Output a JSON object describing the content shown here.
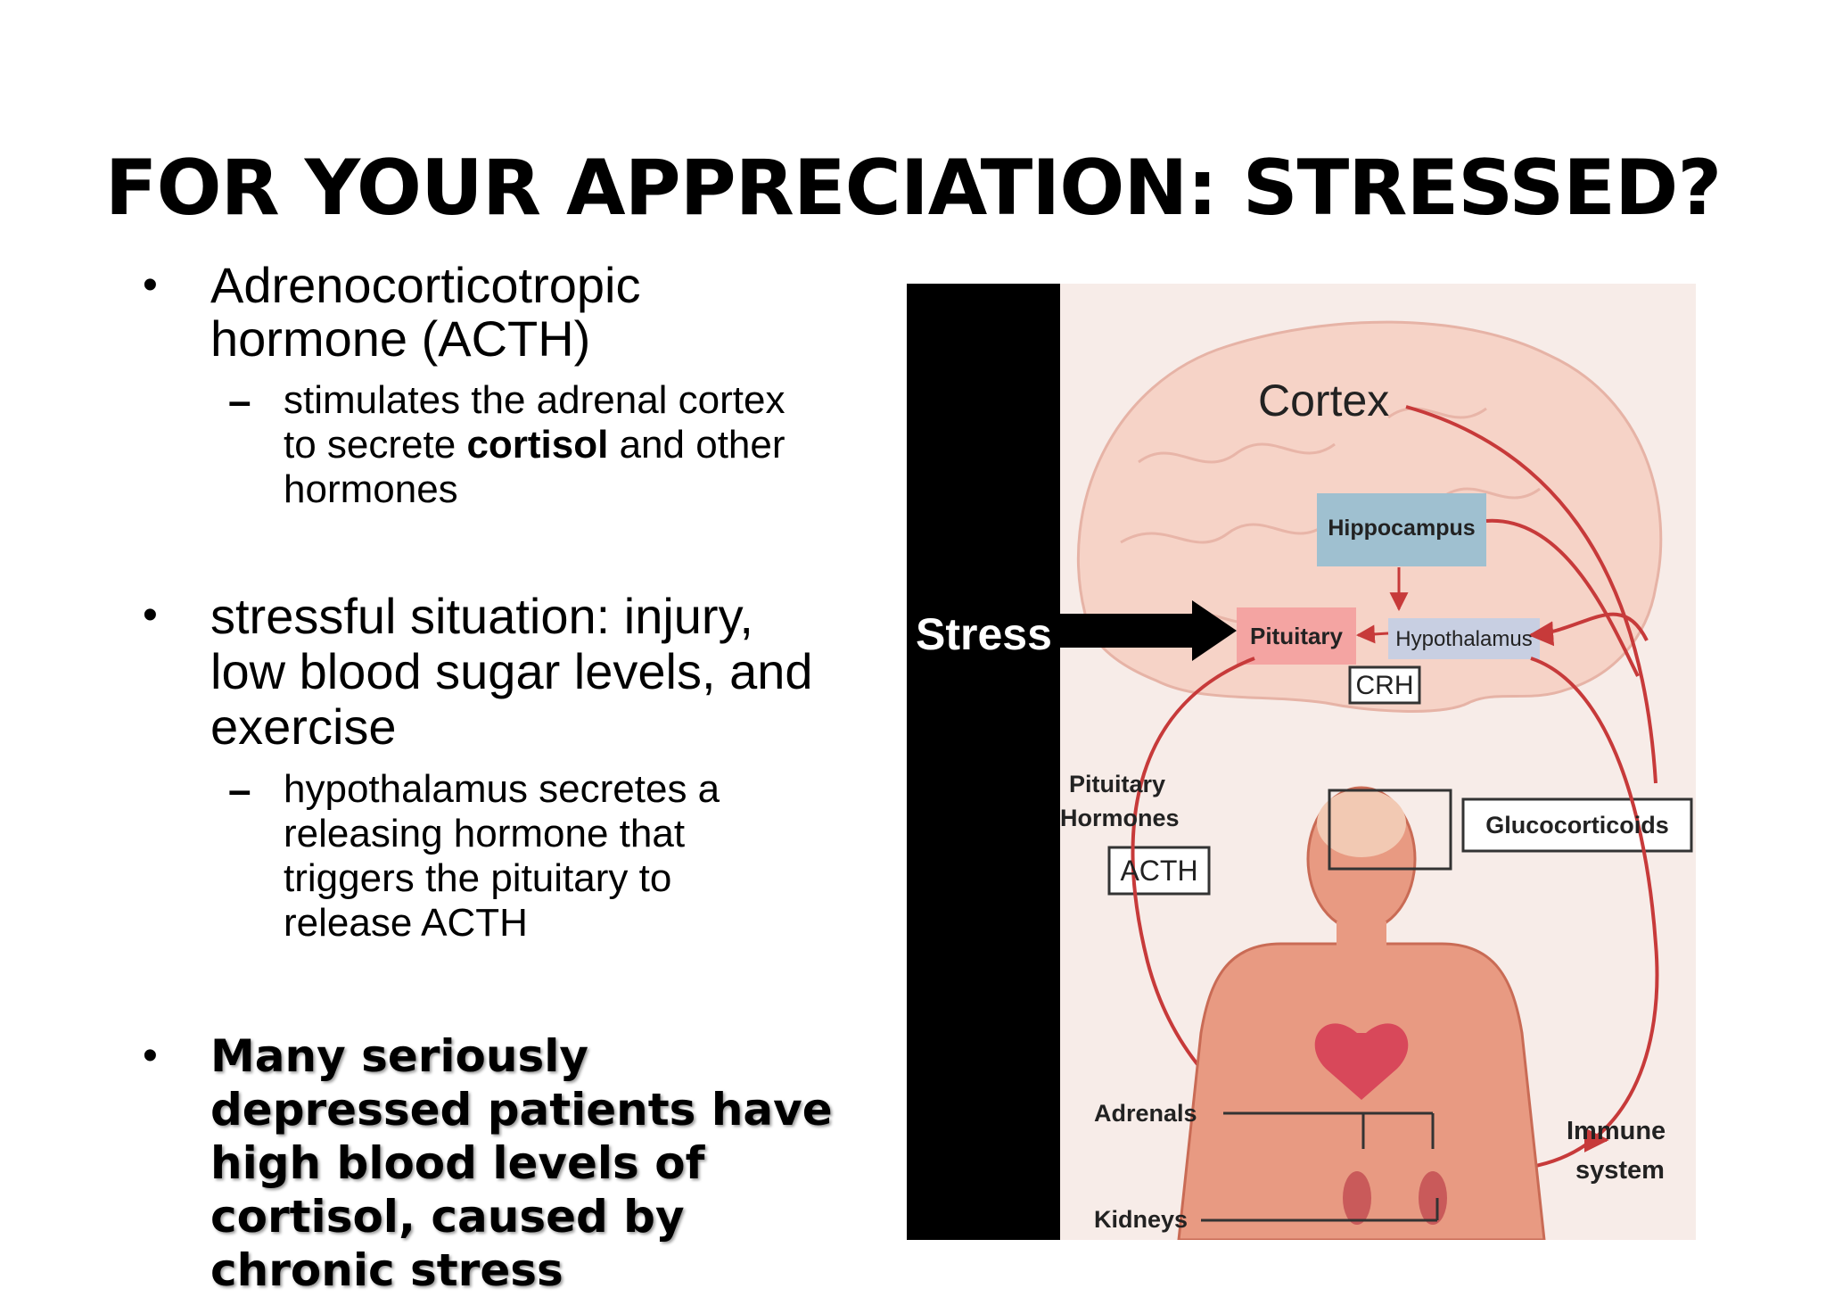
{
  "title": "FOR YOUR APPRECIATION: STRESSED?",
  "bullets": [
    {
      "text": "Adrenocorticotropic hormone (ACTH)",
      "sub": {
        "before": "stimulates the adrenal cortex to secrete ",
        "bold": "cortisol",
        "after": " and other hormones"
      }
    },
    {
      "text": "stressful situation: injury, low blood sugar levels, and exercise",
      "sub": {
        "text": "hypothalamus secretes a releasing hormone that triggers the pituitary to release ACTH"
      }
    },
    {
      "text": "Many seriously depressed patients have high blood levels of cortisol, caused by chronic stress"
    }
  ],
  "figure": {
    "stress": "Stress",
    "cortex": "Cortex",
    "hippocampus": "Hippocampus",
    "pituitary": "Pituitary",
    "hypothalamus": "Hypothalamus",
    "crh": "CRH",
    "pituitary_hormones_1": "Pituitary",
    "pituitary_hormones_2": "Hormones",
    "acth": "ACTH",
    "glucocorticoids": "Glucocorticoids",
    "adrenals": "Adrenals",
    "kidneys": "Kidneys",
    "immune_1": "Immune",
    "immune_2": "system",
    "colors": {
      "arrow": "#c73a3a",
      "brain": "#f6d3c7",
      "body": "#e89a82",
      "hippocampus_box": "#9fc0d0",
      "pituitary_box": "#f4a4a2",
      "hypothalamus_box": "#c8cfe2"
    }
  }
}
